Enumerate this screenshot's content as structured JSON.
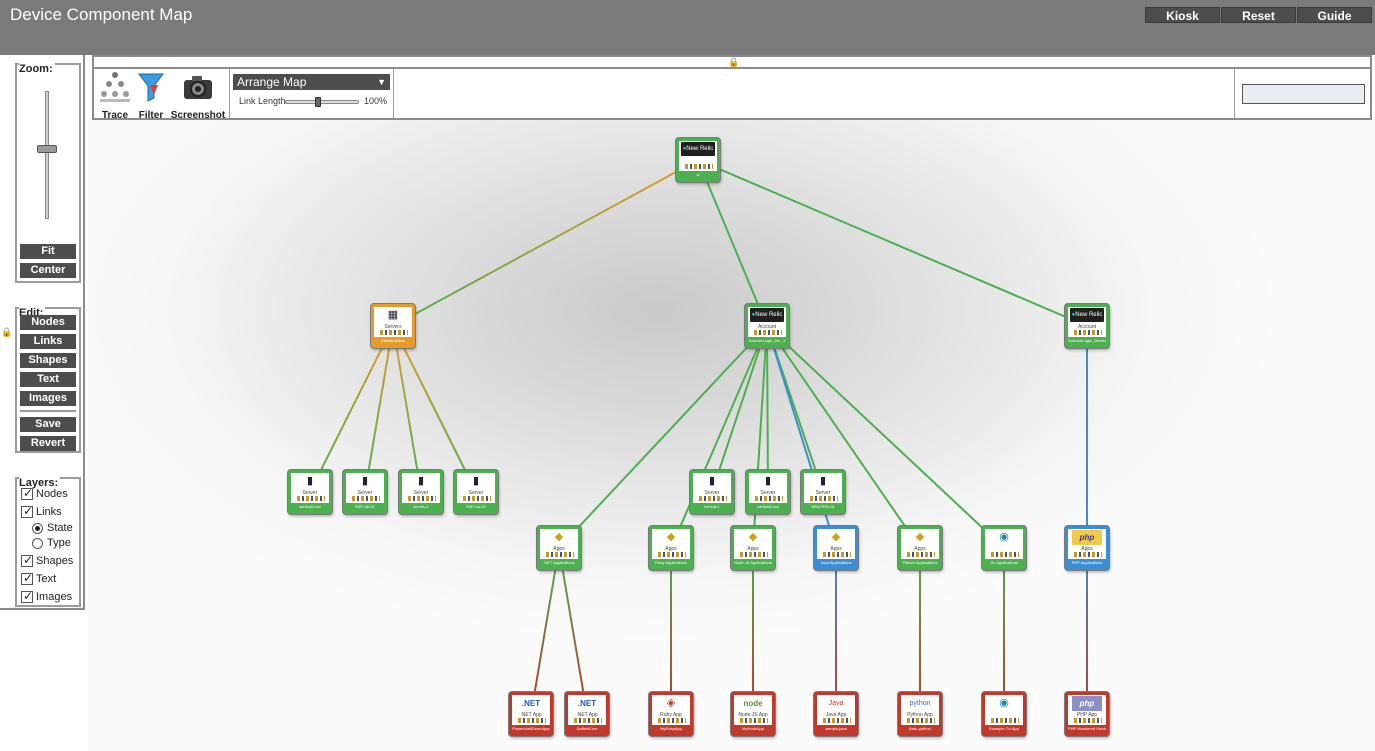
{
  "app": {
    "title": "Device Component Map"
  },
  "header": {
    "kiosk": "Kiosk",
    "reset": "Reset",
    "guide": "Guide"
  },
  "zoom": {
    "label": "Zoom:",
    "fit": "Fit",
    "center": "Center"
  },
  "edit": {
    "label": "Edit:",
    "nodes": "Nodes",
    "links": "Links",
    "shapes": "Shapes",
    "text": "Text",
    "images": "Images",
    "save": "Save",
    "revert": "Revert"
  },
  "layers": {
    "label": "Layers:",
    "nodes": "Nodes",
    "links": "Links",
    "state": "State",
    "type": "Type",
    "shapes": "Shapes",
    "text": "Text",
    "images": "Images",
    "nodes_checked": true,
    "links_checked": true,
    "link_mode": "State",
    "shapes_checked": true,
    "text_checked": true,
    "images_checked": true
  },
  "toolbar": {
    "trace": "Trace",
    "filter": "Filter",
    "screenshot": "Screenshot",
    "arrange": "Arrange Map",
    "link_length_label": "Link Length",
    "link_length_value": "100%",
    "link_length_fraction": 0.42,
    "search_value": ""
  },
  "icons": {
    "lock": "lock-icon",
    "trace": "trace-icon",
    "filter": "filter-icon",
    "camera": "camera-icon",
    "dropdown": "chevron-down-icon"
  },
  "colors": {
    "ok": "#4caf50",
    "minor": "#e89a2a",
    "critical": "#c0392b",
    "notice": "#3a8fd4"
  },
  "map": {
    "nodes": [
      {
        "id": "n0",
        "icon": "New Relic",
        "icon_kind": "newrelic",
        "cls": "",
        "name": "sl",
        "sev": "green"
      },
      {
        "id": "n1",
        "icon": "▦",
        "icon_kind": "servers",
        "cls": "Servers",
        "name": "Infrastructure",
        "sev": "orange"
      },
      {
        "id": "n2",
        "icon": "New Relic",
        "icon_kind": "newrelic",
        "cls": "Account",
        "name": "ScienceLogic_Inc._1",
        "sev": "green"
      },
      {
        "id": "n3",
        "icon": "New Relic",
        "icon_kind": "newrelic",
        "cls": "Account",
        "name": "ScienceLogic_Development",
        "sev": "green"
      },
      {
        "id": "s1",
        "icon": "▮",
        "icon_kind": "server",
        "cls": "Server",
        "name": "centos6-box",
        "sev": "green"
      },
      {
        "id": "s2",
        "icon": "▮",
        "icon_kind": "server",
        "cls": "Server",
        "name": "EM7-db-01",
        "sev": "green"
      },
      {
        "id": "s3",
        "icon": "▮",
        "icon_kind": "server",
        "cls": "Server",
        "name": "ubuntu-1",
        "sev": "green"
      },
      {
        "id": "s4",
        "icon": "▮",
        "icon_kind": "server",
        "cls": "Server",
        "name": "EM7-cu-02",
        "sev": "green"
      },
      {
        "id": "s5",
        "icon": "▮",
        "icon_kind": "server",
        "cls": "Server",
        "name": "tomcat-1",
        "sev": "green"
      },
      {
        "id": "s6",
        "icon": "▮",
        "icon_kind": "server",
        "cls": "Server",
        "name": "centos6-box",
        "sev": "green"
      },
      {
        "id": "s7",
        "icon": "▮",
        "icon_kind": "server",
        "cls": "Server",
        "name": "WIN-PRO-01",
        "sev": "green"
      },
      {
        "id": "a1",
        "icon": "◆",
        "icon_kind": "apps",
        "cls": "Apps",
        "name": ".NET Applications",
        "sev": "green"
      },
      {
        "id": "a2",
        "icon": "◆",
        "icon_kind": "apps",
        "cls": "Apps",
        "name": "Ruby Applications",
        "sev": "green"
      },
      {
        "id": "a3",
        "icon": "◆",
        "icon_kind": "apps",
        "cls": "Apps",
        "name": "Node.JS Applications",
        "sev": "green"
      },
      {
        "id": "a4",
        "icon": "◆",
        "icon_kind": "apps",
        "cls": "Apps",
        "name": "Java Applications",
        "sev": "blue"
      },
      {
        "id": "a5",
        "icon": "◆",
        "icon_kind": "apps",
        "cls": "Apps",
        "name": "Python Applications",
        "sev": "green"
      },
      {
        "id": "a6",
        "icon": "◉",
        "icon_kind": "go",
        "cls": "",
        "name": "Go Applications",
        "sev": "green"
      },
      {
        "id": "a7",
        "icon": "php",
        "icon_kind": "php",
        "cls": "Apps",
        "name": "PHP Applications",
        "sev": "blue"
      },
      {
        "id": "p1",
        "icon": ".NET",
        "icon_kind": "dotnet",
        "cls": ".NET App",
        "name": "PowershellDemoApp",
        "sev": "red"
      },
      {
        "id": "p2",
        "icon": ".NET",
        "icon_kind": "dotnet",
        "cls": ".NET App",
        "name": "DotNetCore",
        "sev": "red"
      },
      {
        "id": "p3",
        "icon": "◈",
        "icon_kind": "ruby",
        "cls": "Ruby App",
        "name": "MyRubyApp",
        "sev": "red"
      },
      {
        "id": "p4",
        "icon": "node",
        "icon_kind": "node",
        "cls": "Node.JS App",
        "name": "MyNodeApp",
        "sev": "red"
      },
      {
        "id": "p5",
        "icon": "Java",
        "icon_kind": "java",
        "cls": "Java App",
        "name": "sample-java",
        "sev": "red"
      },
      {
        "id": "p6",
        "icon": "python",
        "icon_kind": "python",
        "cls": "Python App",
        "name": "flask-python",
        "sev": "red"
      },
      {
        "id": "p7",
        "icon": "◉",
        "icon_kind": "go",
        "cls": "",
        "name": "Example Go App",
        "sev": "red"
      },
      {
        "id": "p8",
        "icon": "php",
        "icon_kind": "php",
        "cls": "PHP App",
        "name": "PHP Monitored Service",
        "sev": "red"
      }
    ],
    "links": [
      {
        "from": "n0",
        "to": "n1",
        "state": "mixed"
      },
      {
        "from": "n0",
        "to": "n2",
        "state": "ok"
      },
      {
        "from": "n0",
        "to": "n3",
        "state": "ok"
      },
      {
        "from": "n1",
        "to": "s1",
        "state": "mixed"
      },
      {
        "from": "n1",
        "to": "s2",
        "state": "mixed"
      },
      {
        "from": "n1",
        "to": "s3",
        "state": "mixed"
      },
      {
        "from": "n1",
        "to": "s4",
        "state": "mixed"
      },
      {
        "from": "n2",
        "to": "s5",
        "state": "ok"
      },
      {
        "from": "n2",
        "to": "s6",
        "state": "ok"
      },
      {
        "from": "n2",
        "to": "s7",
        "state": "ok"
      },
      {
        "from": "n2",
        "to": "a1",
        "state": "ok"
      },
      {
        "from": "n2",
        "to": "a2",
        "state": "ok"
      },
      {
        "from": "n2",
        "to": "a3",
        "state": "ok"
      },
      {
        "from": "n2",
        "to": "a4",
        "state": "notice"
      },
      {
        "from": "n2",
        "to": "a5",
        "state": "ok"
      },
      {
        "from": "n2",
        "to": "a6",
        "state": "ok"
      },
      {
        "from": "n3",
        "to": "a7",
        "state": "notice"
      },
      {
        "from": "a1",
        "to": "p1",
        "state": "crit"
      },
      {
        "from": "a1",
        "to": "p2",
        "state": "crit"
      },
      {
        "from": "a2",
        "to": "p3",
        "state": "crit"
      },
      {
        "from": "a3",
        "to": "p4",
        "state": "crit"
      },
      {
        "from": "a4",
        "to": "p5",
        "state": "critblue"
      },
      {
        "from": "a5",
        "to": "p6",
        "state": "crit"
      },
      {
        "from": "a6",
        "to": "p7",
        "state": "crit"
      },
      {
        "from": "a7",
        "to": "p8",
        "state": "critblue"
      }
    ]
  }
}
